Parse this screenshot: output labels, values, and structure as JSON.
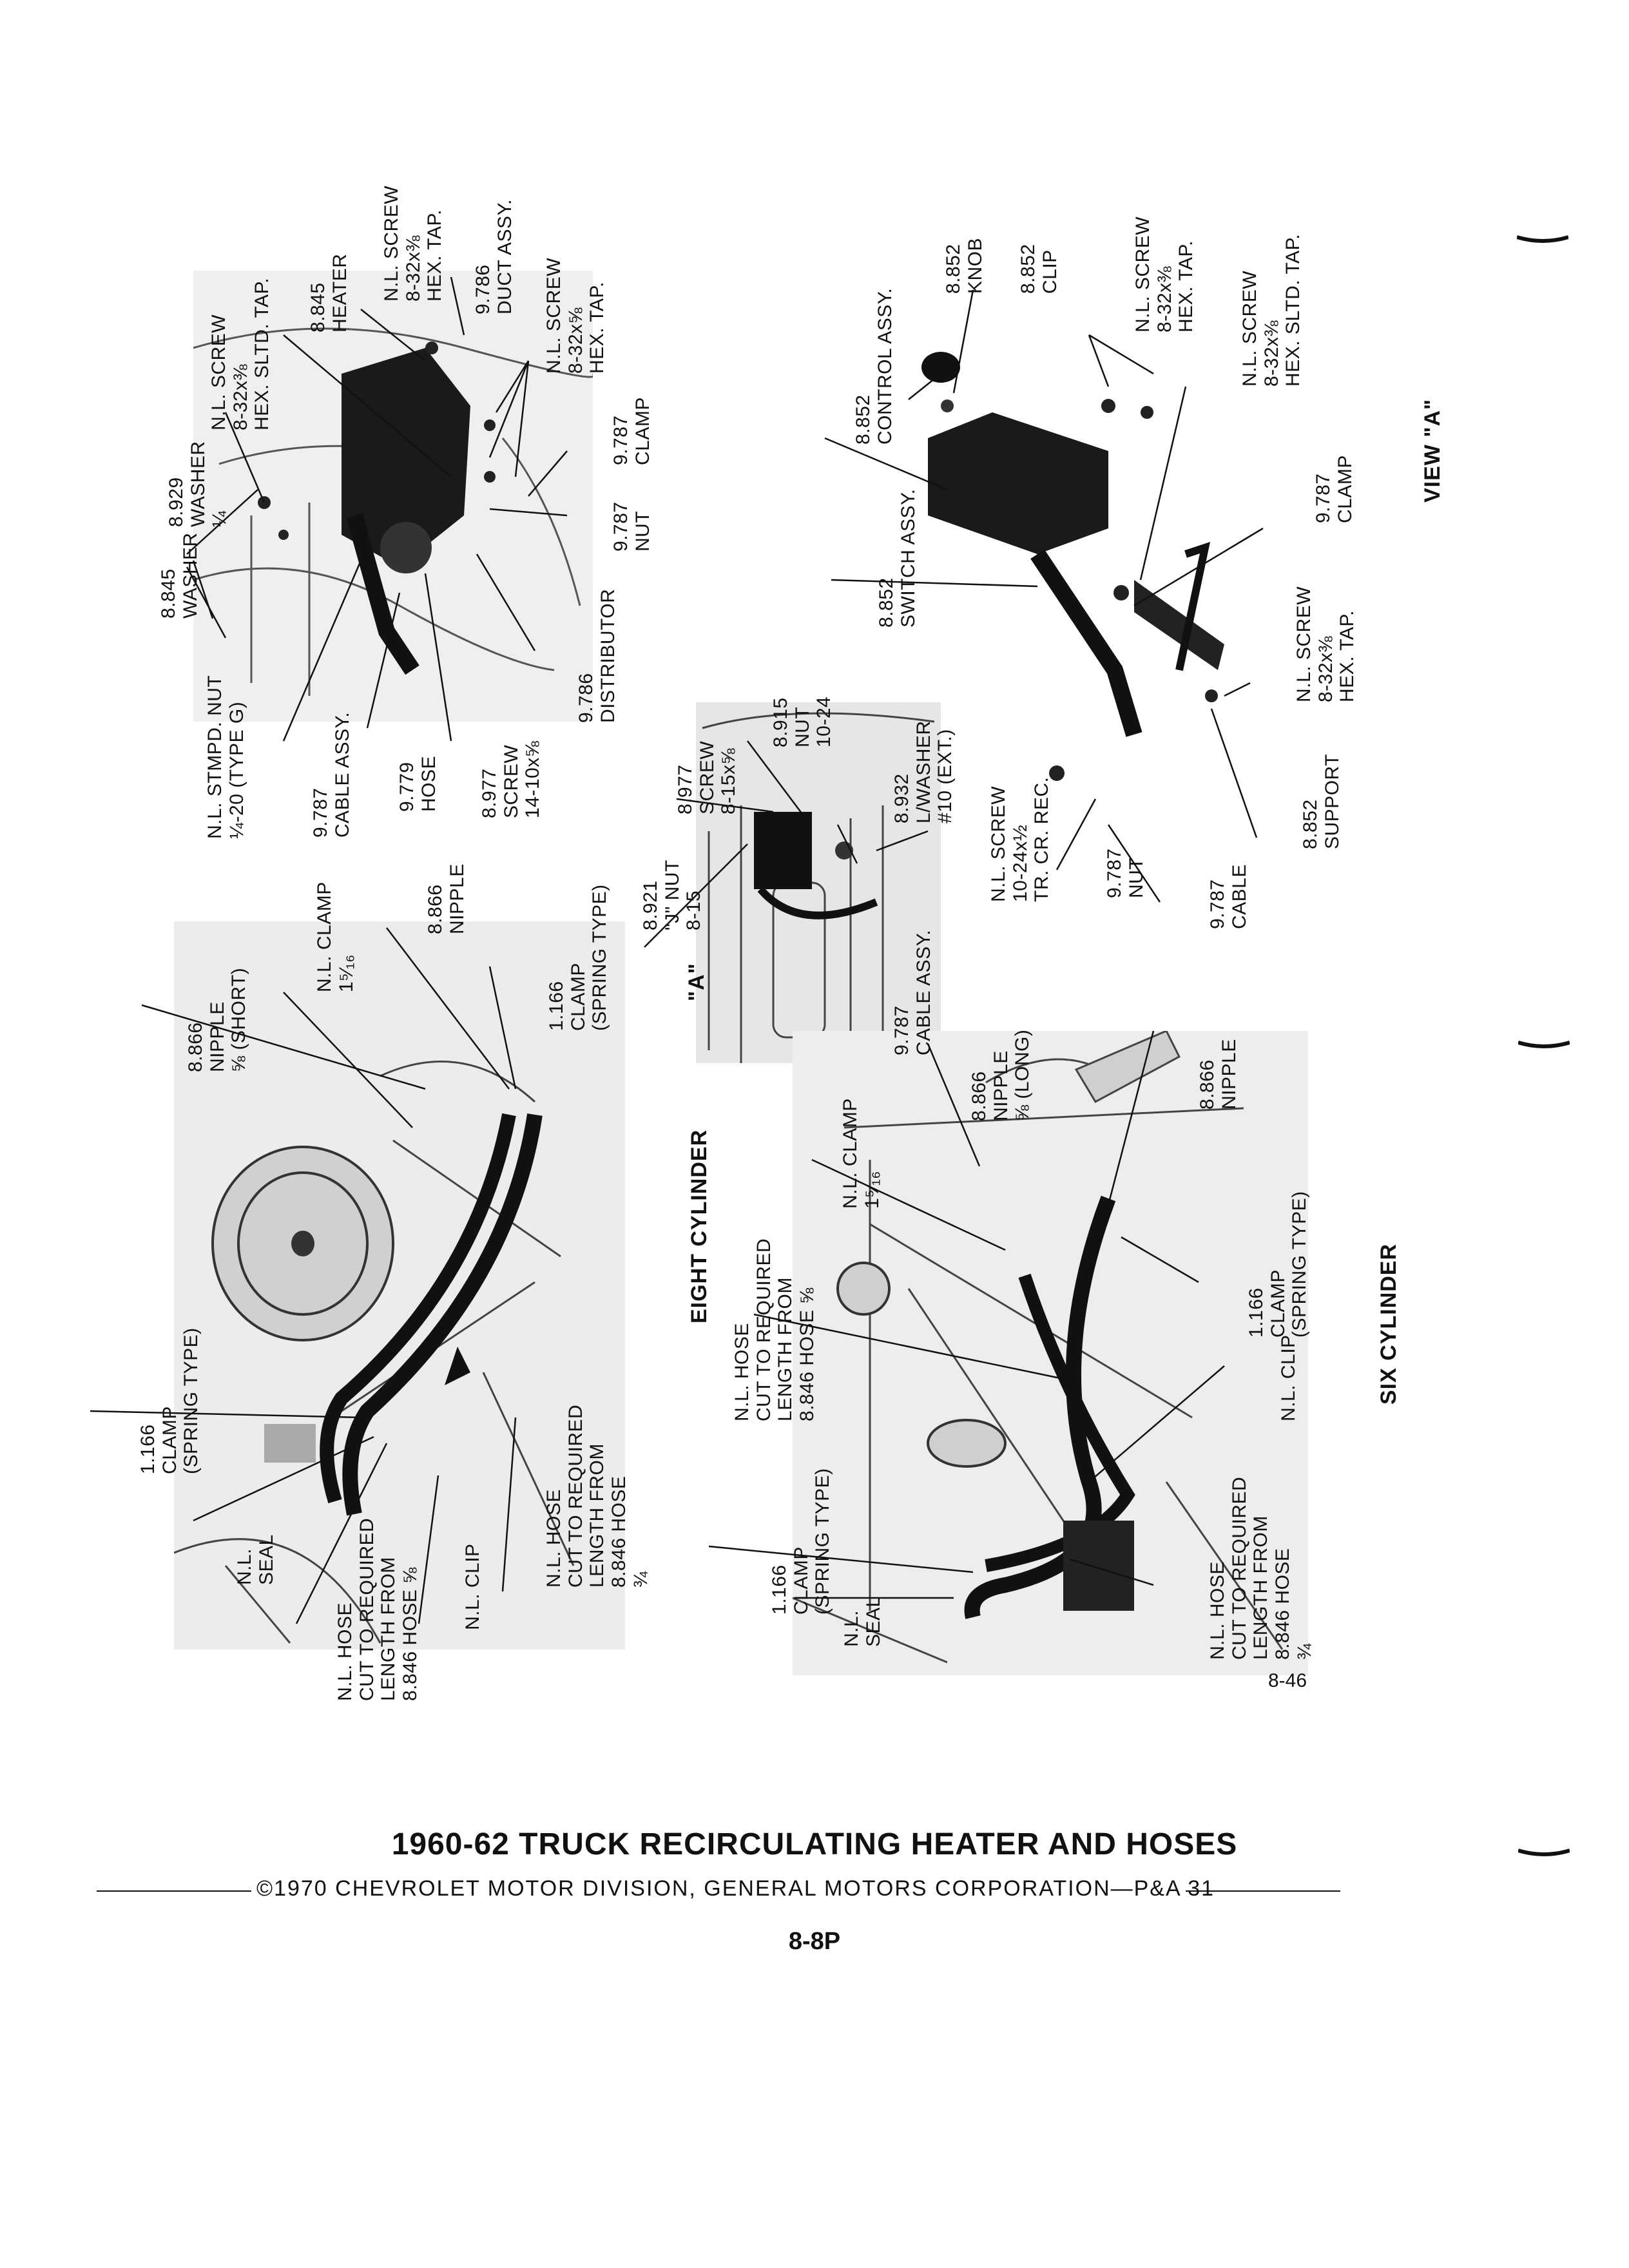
{
  "document": {
    "title": "1960-62 TRUCK RECIRCULATING HEATER AND HOSES",
    "copyright": "©1970 CHEVROLET MOTOR DIVISION, GENERAL MOTORS CORPORATION—P&A 31",
    "page_number": "8-8P",
    "figure_number": "8-46"
  },
  "sections": {
    "eight_cylinder": "EIGHT CYLINDER",
    "six_cylinder": "SIX CYLINDER",
    "view_a": "VIEW \"A\"",
    "view_a_marker": "\"A\""
  },
  "heater_callouts": {
    "washer_8845": [
      "8.845",
      "WASHER"
    ],
    "washer_8929": [
      "8.929",
      "WASHER",
      "¼"
    ],
    "screw_nl_top": [
      "N.L. SCREW",
      "8-32x⅜",
      "HEX. SLTD. TAP."
    ],
    "heater_8845": [
      "8.845",
      "HEATER"
    ],
    "screw_nl_hex": [
      "N.L. SCREW",
      "8-32x⅜",
      "HEX. TAP."
    ],
    "duct_9786": [
      "9.786",
      "DUCT ASSY."
    ],
    "screw_nl_hex2": [
      "N.L. SCREW",
      "8-32x⅝",
      "HEX. TAP."
    ],
    "clamp_9787": [
      "9.787",
      "CLAMP"
    ],
    "nut_9787": [
      "9.787",
      "NUT"
    ],
    "distributor_9786": [
      "9.786",
      "DISTRIBUTOR"
    ],
    "screw_8977": [
      "8.977",
      "SCREW",
      "14-10x⅝"
    ],
    "hose_9779": [
      "9.779",
      "HOSE"
    ],
    "cable_9787": [
      "9.787",
      "CABLE ASSY."
    ],
    "nut_nl_stmpd": [
      "N.L. STMPD. NUT",
      "¼-20 (TYPE G)"
    ]
  },
  "control_callouts": {
    "nut_j_8921": [
      "8.921",
      "\"J\" NUT",
      "8-15"
    ],
    "screw_8977": [
      "8.977",
      "SCREW",
      "8-15x⅝"
    ],
    "nut_8915": [
      "8.915",
      "NUT",
      "10-24"
    ],
    "washer_8932": [
      "8.932",
      "L/WASHER",
      "#10 (EXT.)"
    ],
    "screw_nl": [
      "N.L. SCREW",
      "10-24x½",
      "TR. CR. REC."
    ],
    "cable_9787": [
      "9.787",
      "CABLE ASSY."
    ]
  },
  "view_a_callouts": {
    "control_8852": [
      "8.852",
      "CONTROL ASSY."
    ],
    "knob_8852": [
      "8.852",
      "KNOB"
    ],
    "clip_8852": [
      "8.852",
      "CLIP"
    ],
    "screw_nl_hex": [
      "N.L. SCREW",
      "8-32x⅜",
      "HEX. TAP."
    ],
    "screw_nl_sltd": [
      "N.L. SCREW",
      "8-32x⅜",
      "HEX. SLTD. TAP."
    ],
    "clamp_9787": [
      "9.787",
      "CLAMP"
    ],
    "switch_8852": [
      "8.852",
      "SWITCH ASSY."
    ],
    "screw_nl_hex2": [
      "N.L. SCREW",
      "8-32x⅜",
      "HEX. TAP."
    ],
    "support_8852": [
      "8.852",
      "SUPPORT"
    ],
    "nut_9787": [
      "9.787",
      "NUT"
    ],
    "cable_9787": [
      "9.787",
      "CABLE"
    ]
  },
  "eight_cyl_callouts": {
    "nipple_short": [
      "8.866",
      "NIPPLE",
      "⅝ (SHORT)"
    ],
    "clamp_nl": [
      "N.L. CLAMP",
      "1⁵⁄₁₆"
    ],
    "nipple": [
      "8.866",
      "NIPPLE"
    ],
    "clamp_spring": [
      "1.166",
      "CLAMP",
      "(SPRING TYPE)"
    ],
    "clamp_spring_left": [
      "1.166",
      "CLAMP",
      "(SPRING TYPE)"
    ],
    "seal_nl": [
      "N.L.",
      "SEAL"
    ],
    "hose_58": [
      "N.L. HOSE",
      "CUT TO REQUIRED",
      "LENGTH FROM",
      "8.846 HOSE ⅝"
    ],
    "clip_nl": [
      "N.L. CLIP"
    ],
    "hose_34": [
      "N.L. HOSE",
      "CUT TO REQUIRED",
      "LENGTH FROM",
      "8.846 HOSE",
      "¾"
    ]
  },
  "six_cyl_callouts": {
    "nipple_long": [
      "8.866",
      "NIPPLE",
      "⅝ (LONG)"
    ],
    "nipple": [
      "8.866",
      "NIPPLE"
    ],
    "clamp_nl": [
      "N.L. CLAMP",
      "1⁵⁄₁₆"
    ],
    "hose_58": [
      "N.L. HOSE",
      "CUT TO REQUIRED",
      "LENGTH FROM",
      "8.846 HOSE ⅝"
    ],
    "clamp_spring": [
      "1.166",
      "CLAMP",
      "(SPRING TYPE)"
    ],
    "clamp_spring_left": [
      "1.166",
      "CLAMP",
      "(SPRING TYPE)"
    ],
    "clip_nl": [
      "N.L. CLIP"
    ],
    "seal_nl": [
      "N.L.",
      "SEAL"
    ],
    "hose_34": [
      "N.L. HOSE",
      "CUT TO REQUIRED",
      "LENGTH FROM",
      "8.846 HOSE",
      "¾"
    ]
  }
}
